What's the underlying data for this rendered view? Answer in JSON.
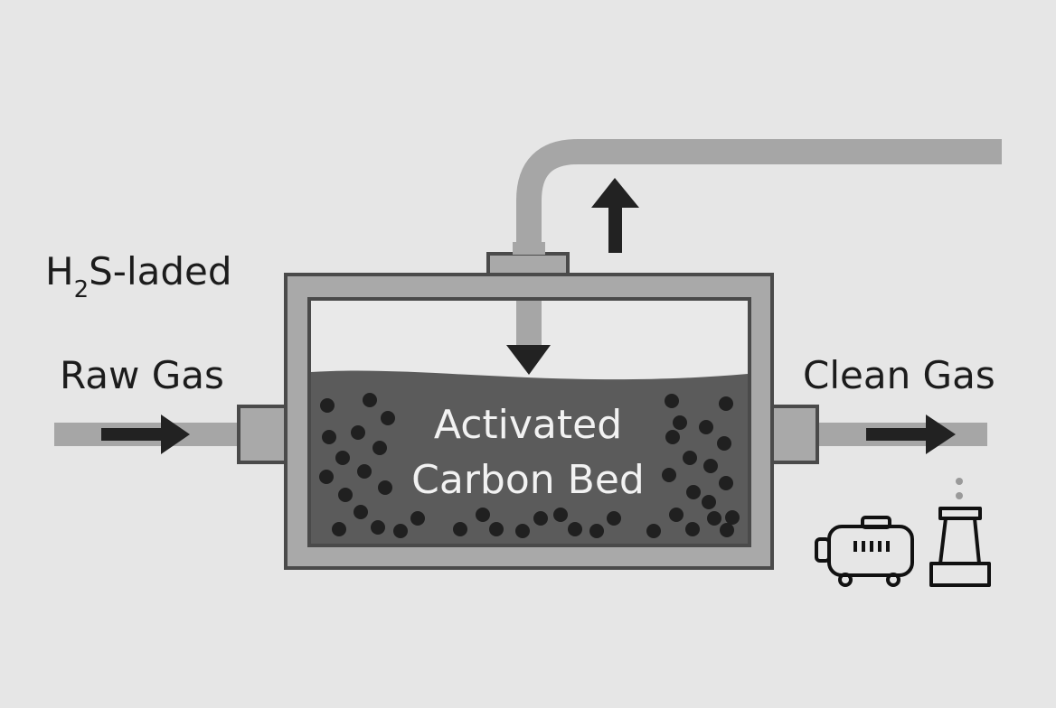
{
  "labels": {
    "inlet_line1_prefix": "H",
    "inlet_line1_subscript": "2",
    "inlet_line1_suffix": "S-laded",
    "inlet_line2": "Raw Gas",
    "bed_line1": "Activated",
    "bed_line2": "Carbon Bed",
    "outlet": "Clean Gas"
  },
  "icons": [
    "flow-arrow-icon",
    "engine-icon",
    "flare-stack-icon"
  ],
  "colors": {
    "background": "#e6e6e6",
    "pipe": "#a6a6a6",
    "vessel_fill": "#a9a9a9",
    "vessel_outline": "#4a4a4a",
    "bed": "#5b5b5b",
    "pellet": "#202020",
    "arrow": "#222222"
  }
}
